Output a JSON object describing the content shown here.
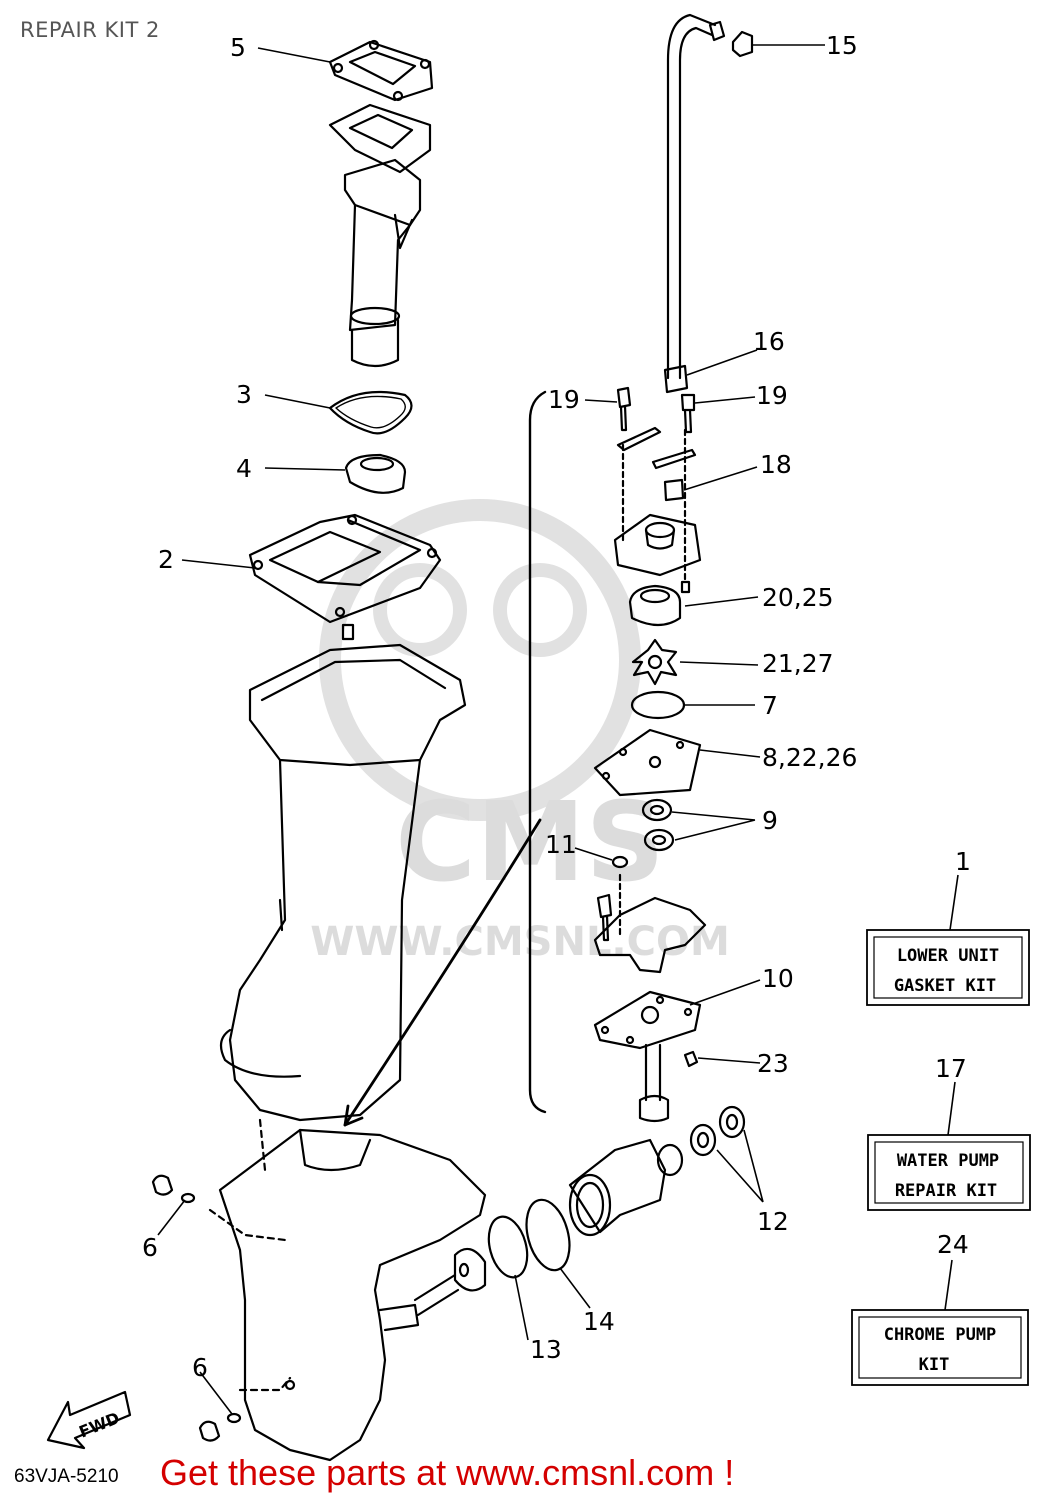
{
  "header": {
    "title": "REPAIR KIT 2"
  },
  "footer": {
    "drawing_code": "63VJA-5210",
    "promo": "Get these parts at www.cmsnl.com !"
  },
  "watermark": {
    "brand": "CMS",
    "url": "WWW.CMSNL.COM"
  },
  "fwd_label": "FWD",
  "callouts": [
    {
      "ref": "5"
    },
    {
      "ref": "15"
    },
    {
      "ref": "3"
    },
    {
      "ref": "4"
    },
    {
      "ref": "2"
    },
    {
      "ref": "16"
    },
    {
      "ref": "19"
    },
    {
      "ref": "19"
    },
    {
      "ref": "18"
    },
    {
      "ref": "20,25"
    },
    {
      "ref": "21,27"
    },
    {
      "ref": "7"
    },
    {
      "ref": "8,22,26"
    },
    {
      "ref": "9"
    },
    {
      "ref": "11"
    },
    {
      "ref": "10"
    },
    {
      "ref": "23"
    },
    {
      "ref": "12"
    },
    {
      "ref": "6"
    },
    {
      "ref": "6"
    },
    {
      "ref": "13"
    },
    {
      "ref": "14"
    }
  ],
  "kits": [
    {
      "ref": "1",
      "line1": "LOWER UNIT",
      "line2": "GASKET KIT"
    },
    {
      "ref": "17",
      "line1": "WATER PUMP",
      "line2": "REPAIR KIT"
    },
    {
      "ref": "24",
      "line1": "CHROME PUMP",
      "line2": "KIT"
    }
  ],
  "colors": {
    "promo": "#d40000",
    "line": "#000000",
    "watermark": "#d9d9d9"
  }
}
